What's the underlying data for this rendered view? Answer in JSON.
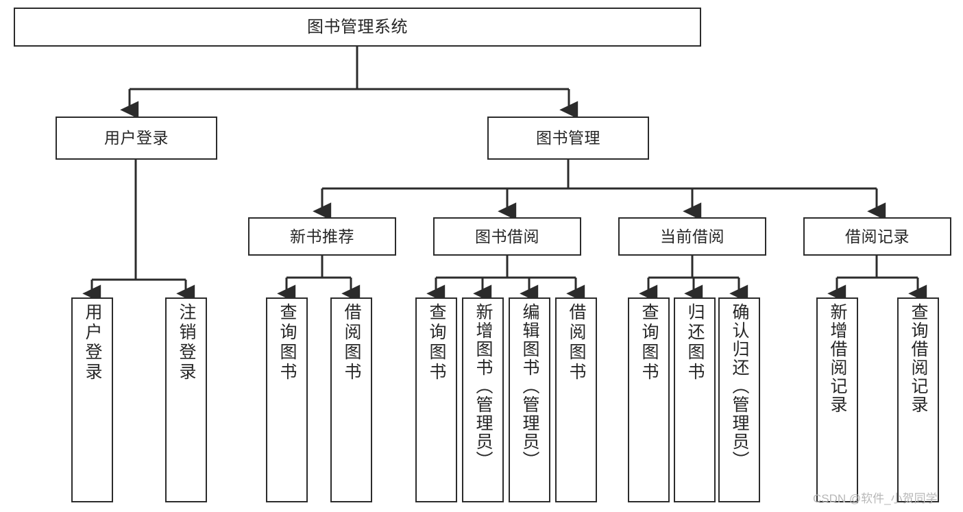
{
  "diagram": {
    "title": "图书管理系统",
    "type": "tree",
    "colors": {
      "box_border": "#2b2b2b",
      "box_fill": "#ffffff",
      "text": "#262626",
      "edge": "#2b2b2b",
      "watermark": "#b8b8b8"
    },
    "nodes": {
      "root": {
        "label": "图书管理系统"
      },
      "level2": [
        {
          "id": "user-login",
          "label": "用户登录"
        },
        {
          "id": "book-manage",
          "label": "图书管理"
        }
      ],
      "level3": [
        {
          "id": "new-book-recommend",
          "label": "新书推荐"
        },
        {
          "id": "book-borrow",
          "label": "图书借阅"
        },
        {
          "id": "current-borrow",
          "label": "当前借阅"
        },
        {
          "id": "borrow-record",
          "label": "借阅记录"
        }
      ],
      "leaves": {
        "user-login": [
          {
            "id": "leaf-user-login",
            "label": "用户登录"
          },
          {
            "id": "leaf-logout",
            "label": "注销登录"
          }
        ],
        "new-book-recommend": [
          {
            "id": "leaf-query-book-1",
            "label": "查询图书"
          },
          {
            "id": "leaf-borrow-book-1",
            "label": "借阅图书"
          }
        ],
        "book-borrow": [
          {
            "id": "leaf-query-book-2",
            "label": "查询图书"
          },
          {
            "id": "leaf-add-book",
            "label": "新增图书（管理员）"
          },
          {
            "id": "leaf-edit-book",
            "label": "编辑图书（管理员）"
          },
          {
            "id": "leaf-borrow-book-2",
            "label": "借阅图书"
          }
        ],
        "current-borrow": [
          {
            "id": "leaf-query-book-3",
            "label": "查询图书"
          },
          {
            "id": "leaf-return-book",
            "label": "归还图书"
          },
          {
            "id": "leaf-confirm-return",
            "label": "确认归还（管理员）"
          }
        ],
        "borrow-record": [
          {
            "id": "leaf-add-record",
            "label": "新增借阅记录"
          },
          {
            "id": "leaf-query-record",
            "label": "查询借阅记录"
          }
        ]
      }
    }
  },
  "watermark": {
    "text": "CSDN @软件_小贺同学"
  }
}
